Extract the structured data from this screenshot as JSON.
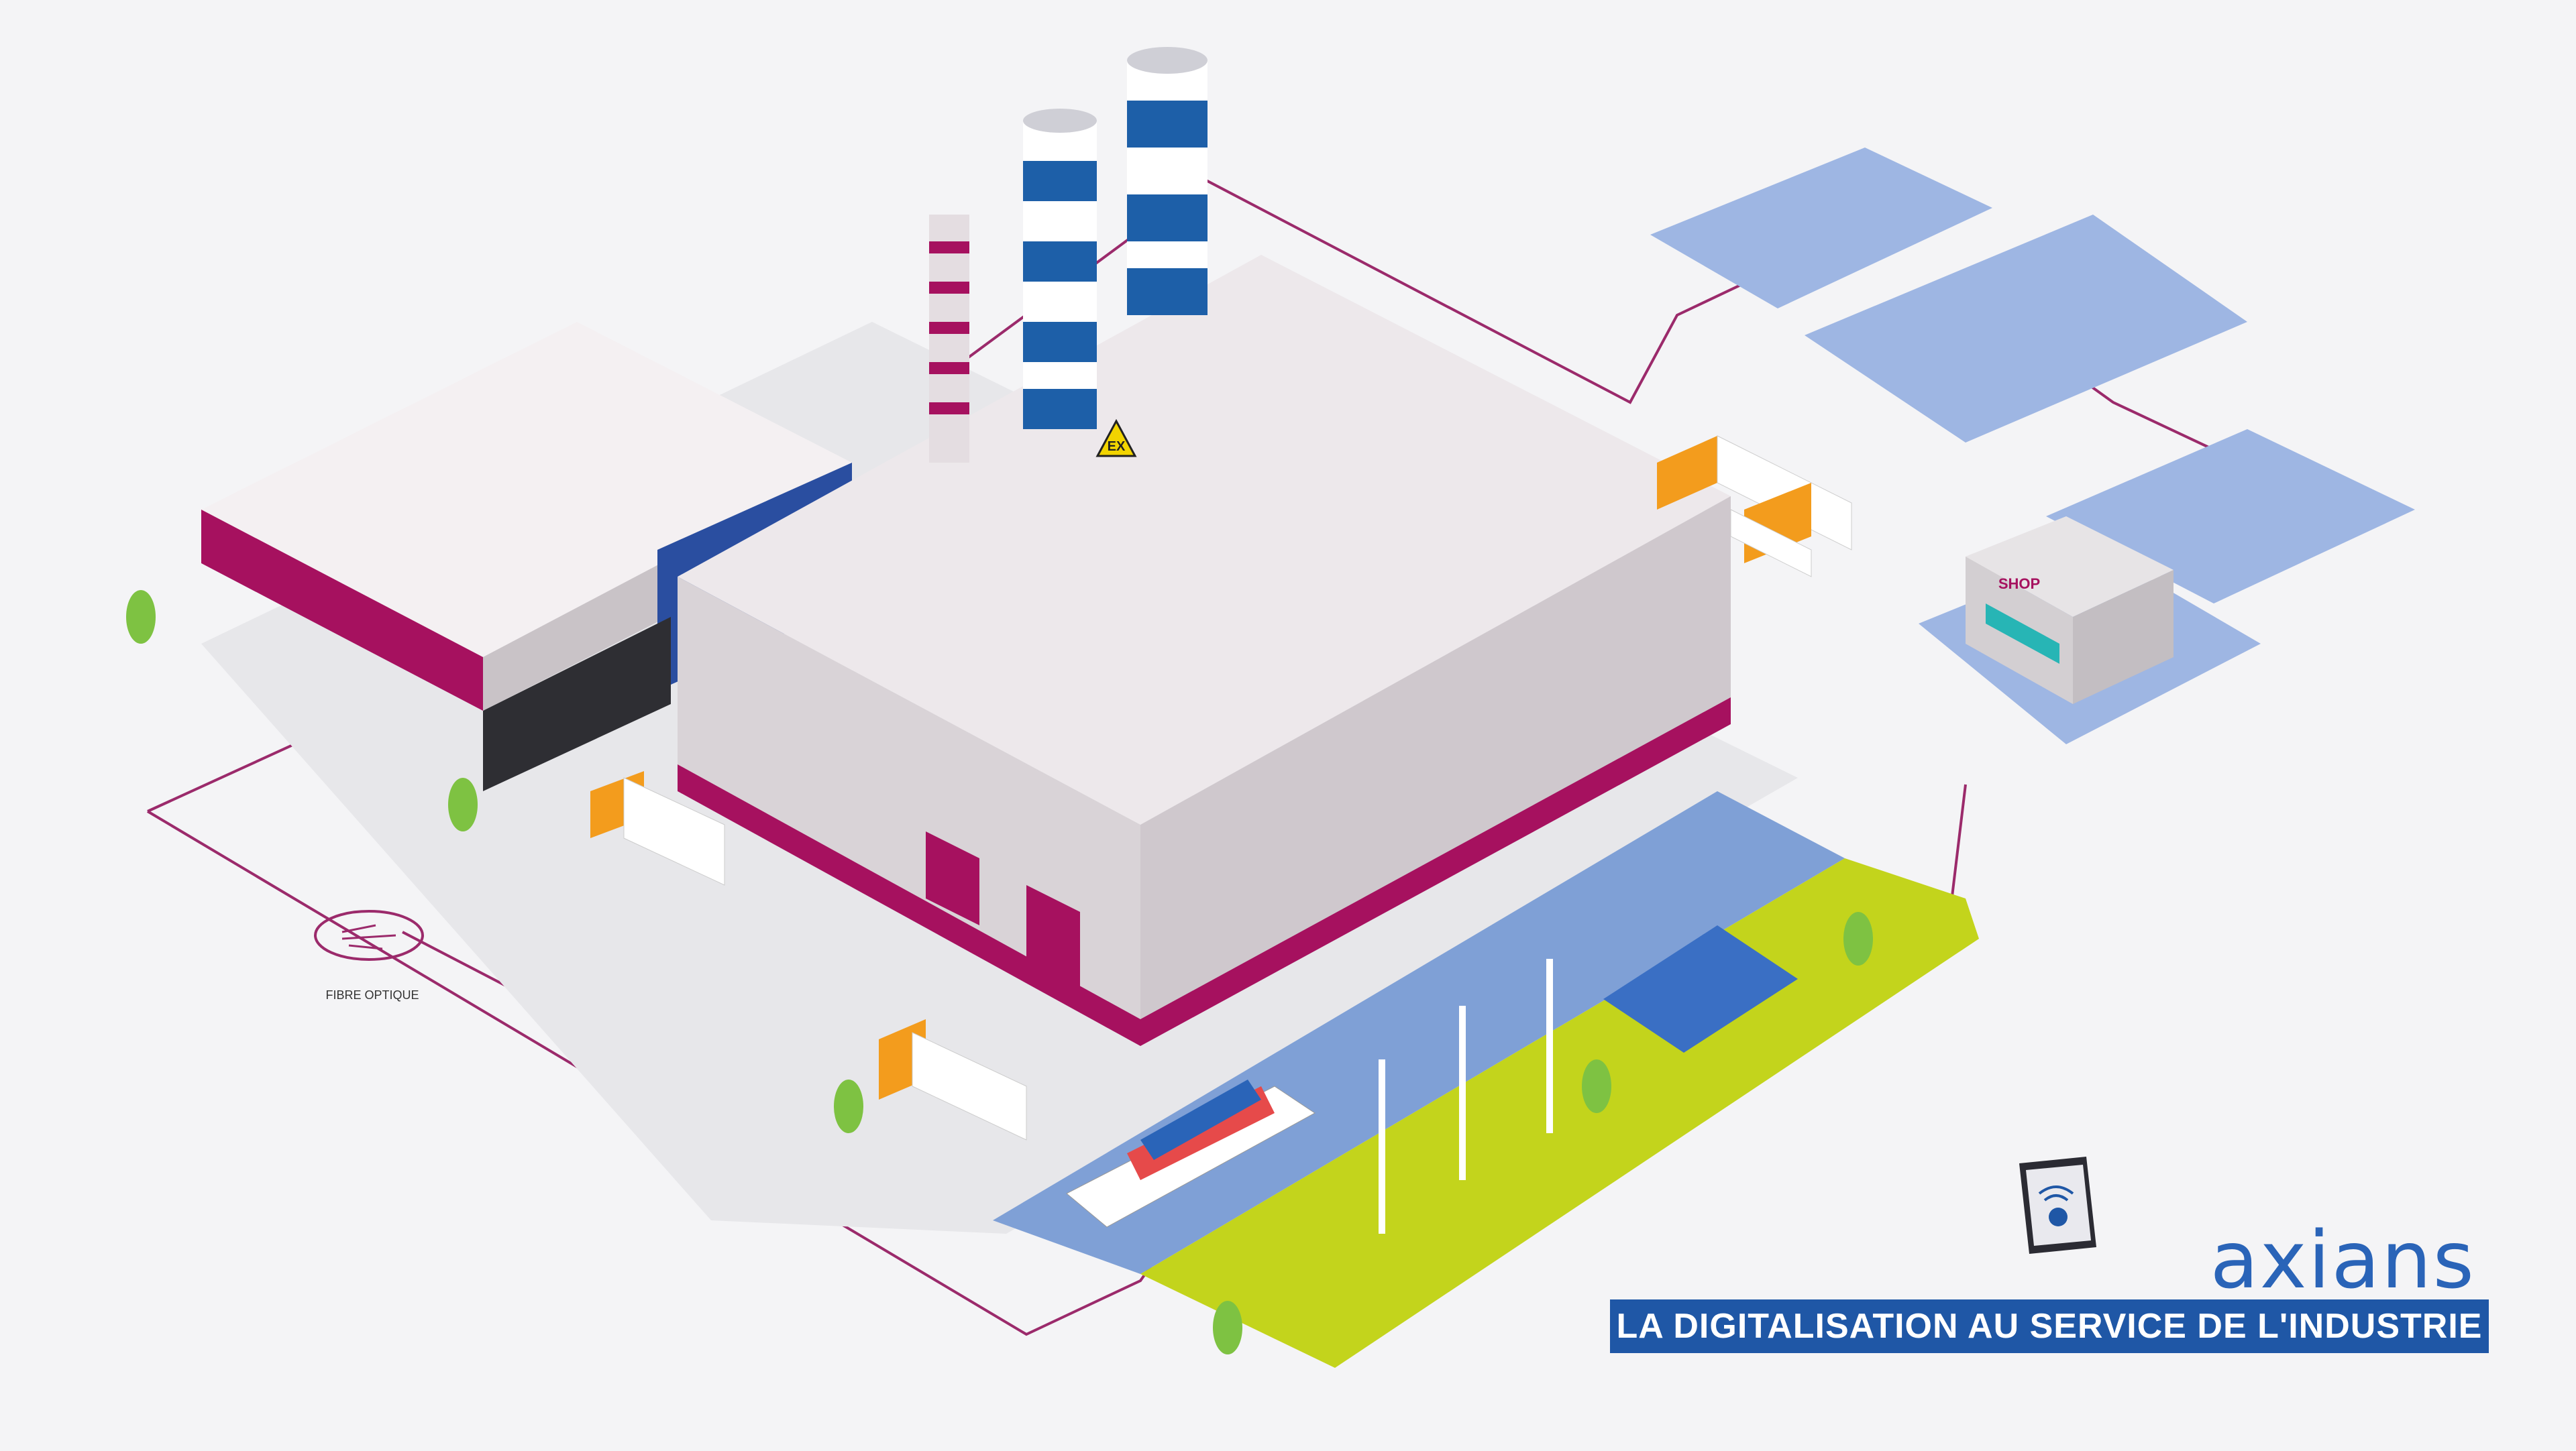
{
  "labels": {
    "fibre": "FIBRE OPTIQUE",
    "shop_sign": "SHOP",
    "hazard_sign": "EX"
  },
  "brand": {
    "name": "axians",
    "tagline": "LA DIGITALISATION AU SERVICE DE L'INDUSTRIE"
  },
  "colors": {
    "magenta": "#a6115f",
    "fibre_line": "#9b2a6b",
    "brand_blue": "#1f57a6",
    "chimney_blue": "#1d5fa8",
    "wall": "#d9d3d7",
    "ground": "#e7e7ea",
    "water": "#7fa0d6",
    "grass": "#c3d41c",
    "zone_blue": "#9eb6e3"
  },
  "icons": [
    "fibre-optic-icon",
    "smartphone-icon",
    "wifi-icon",
    "gear-icon",
    "hazard-icon"
  ]
}
